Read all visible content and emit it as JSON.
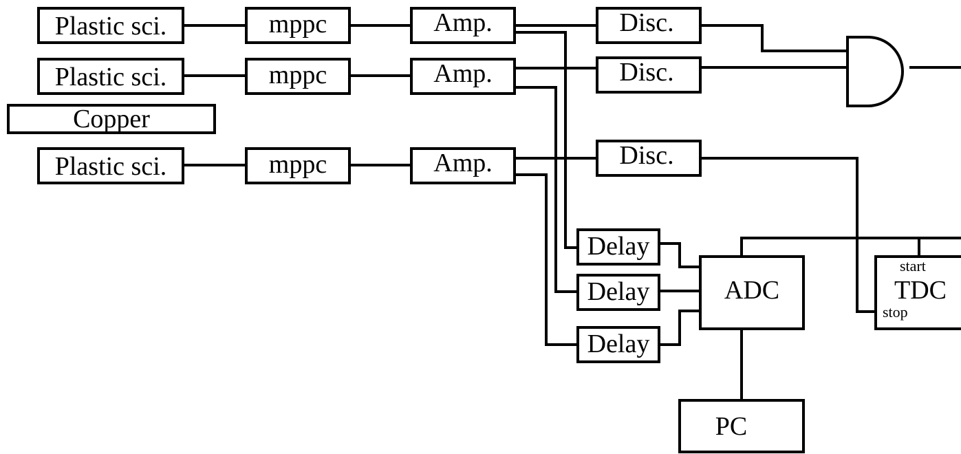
{
  "blocks": {
    "sci1": "Plastic sci.",
    "sci2": "Plastic sci.",
    "sci3": "Plastic sci.",
    "copper": "Copper",
    "mppc1": "mppc",
    "mppc2": "mppc",
    "mppc3": "mppc",
    "amp1": "Amp.",
    "amp2": "Amp.",
    "amp3": "Amp.",
    "disc1": "Disc.",
    "disc2": "Disc.",
    "disc3": "Disc.",
    "delay1": "Delay",
    "delay2": "Delay",
    "delay3": "Delay",
    "adc": "ADC",
    "tdc": "TDC",
    "tdc_start": "start",
    "tdc_stop": "stop",
    "pc": "PC"
  },
  "colors": {
    "line": "#000000",
    "background": "#ffffff"
  }
}
